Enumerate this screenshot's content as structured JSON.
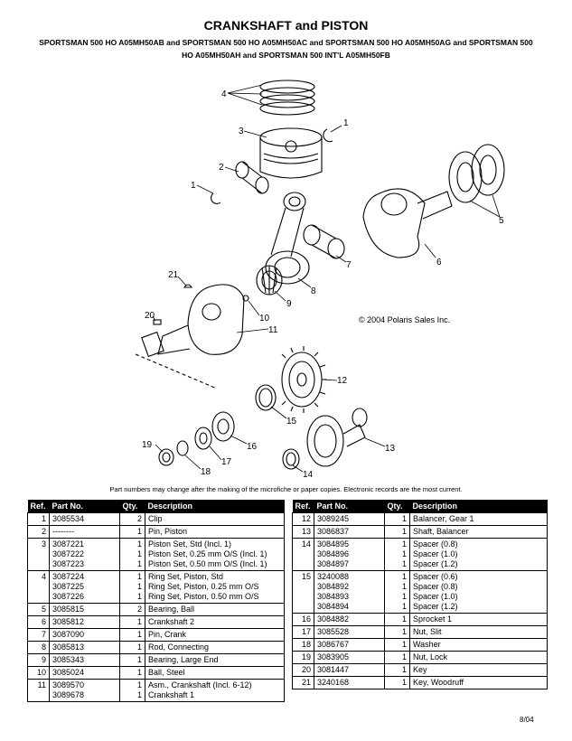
{
  "title": "CRANKSHAFT and PISTON",
  "subtitle": "SPORTSMAN 500 HO A05MH50AB and SPORTSMAN 500 HO A05MH50AC and SPORTSMAN 500 HO A05MH50AG and SPORTSMAN 500 HO A05MH50AH and SPORTSMAN 500 INT'L A05MH50FB",
  "copyright": "© 2004 Polaris Sales Inc.",
  "callouts": [
    "1",
    "1",
    "2",
    "3",
    "4",
    "5",
    "6",
    "7",
    "8",
    "9",
    "10",
    "11",
    "12",
    "13",
    "14",
    "15",
    "16",
    "17",
    "18",
    "19",
    "20",
    "21"
  ],
  "note": "Part numbers may change after the making of the microfiche or paper copies.  Electronic records are the most current.",
  "columns": {
    "ref": "Ref.",
    "part": "Part No.",
    "qty": "Qty.",
    "desc": "Description"
  },
  "left_rows": [
    {
      "ref": "1",
      "part": "3085534",
      "qty": "2",
      "desc": "Clip"
    },
    {
      "ref": "2",
      "part": "--------",
      "qty": "1",
      "desc": "Pin, Piston"
    },
    {
      "ref": "3",
      "part": "3087221\n3087222\n3087223",
      "qty": "1\n1\n1",
      "desc": "Piston Set, Std (Incl. 1)\nPiston Set, 0.25 mm O/S (Incl. 1)\nPiston Set, 0.50 mm O/S (Incl. 1)"
    },
    {
      "ref": "4",
      "part": "3087224\n3087225\n3087226",
      "qty": "1\n1\n1",
      "desc": "Ring Set, Piston, Std\nRing Set, Piston, 0.25 mm O/S\nRing Set, Piston, 0.50 mm O/S"
    },
    {
      "ref": "5",
      "part": "3085815",
      "qty": "2",
      "desc": "Bearing, Ball"
    },
    {
      "ref": "6",
      "part": "3085812",
      "qty": "1",
      "desc": "Crankshaft 2"
    },
    {
      "ref": "7",
      "part": "3087090",
      "qty": "1",
      "desc": "Pin, Crank"
    },
    {
      "ref": "8",
      "part": "3085813",
      "qty": "1",
      "desc": "Rod, Connecting"
    },
    {
      "ref": "9",
      "part": "3085343",
      "qty": "1",
      "desc": "Bearing, Large End"
    },
    {
      "ref": "10",
      "part": "3085024",
      "qty": "1",
      "desc": "Ball, Steel"
    },
    {
      "ref": "11",
      "part": "3089570\n3089678",
      "qty": "1\n1",
      "desc": "Asm., Crankshaft (Incl. 6-12)\nCrankshaft 1"
    }
  ],
  "right_rows": [
    {
      "ref": "12",
      "part": "3089245",
      "qty": "1",
      "desc": "Balancer, Gear 1"
    },
    {
      "ref": "13",
      "part": "3086837",
      "qty": "1",
      "desc": "Shaft, Balancer"
    },
    {
      "ref": "14",
      "part": "3084895\n3084896\n3084897",
      "qty": "1\n1\n1",
      "desc": "Spacer (0.8)\nSpacer (1.0)\nSpacer (1.2)"
    },
    {
      "ref": "15",
      "part": "3240088\n3084892\n3084893\n3084894",
      "qty": "1\n1\n1\n1",
      "desc": "Spacer (0.6)\nSpacer (0.8)\nSpacer (1.0)\nSpacer (1.2)"
    },
    {
      "ref": "16",
      "part": "3084882",
      "qty": "1",
      "desc": "Sprocket 1"
    },
    {
      "ref": "17",
      "part": "3085528",
      "qty": "1",
      "desc": "Nut, Slit"
    },
    {
      "ref": "18",
      "part": "3086767",
      "qty": "1",
      "desc": "Washer"
    },
    {
      "ref": "19",
      "part": "3083905",
      "qty": "1",
      "desc": "Nut, Lock"
    },
    {
      "ref": "20",
      "part": "3081447",
      "qty": "1",
      "desc": "Key"
    },
    {
      "ref": "21",
      "part": "3240168",
      "qty": "1",
      "desc": "Key, Woodruff"
    }
  ],
  "footer_date": "8/04"
}
